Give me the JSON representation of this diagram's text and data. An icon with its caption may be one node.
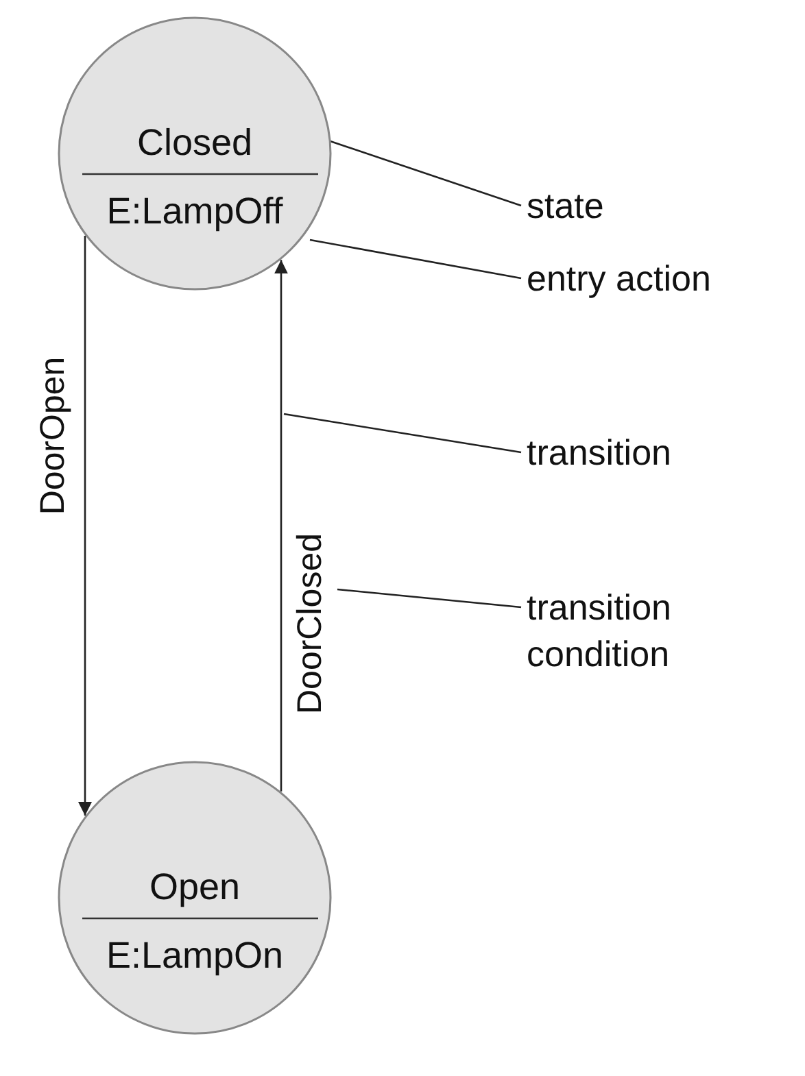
{
  "diagram": {
    "nodes": [
      {
        "text": [
          "Closed",
          "E:LampOff"
        ]
      },
      {
        "text": [
          "Open",
          "E:LampOn"
        ]
      },
      {
        "text": [
          "state"
        ]
      },
      {
        "text": [
          "entry action"
        ]
      },
      {
        "text": [
          "transition"
        ]
      },
      {
        "text": [
          "transition condition"
        ]
      }
    ],
    "edges": [
      {
        "from": 0,
        "to": 1,
        "arrow": "to",
        "label": "DoorOpen"
      },
      {
        "from": 1,
        "to": 0,
        "arrow": "to",
        "label": "DoorClosed"
      },
      {
        "from": 2,
        "to": 0,
        "arrow": "none"
      },
      {
        "from": 3,
        "to": 0,
        "arrow": "none"
      },
      {
        "from": 4,
        "to": null,
        "arrow": "none"
      },
      {
        "from": 5,
        "to": null,
        "arrow": "none"
      }
    ]
  }
}
